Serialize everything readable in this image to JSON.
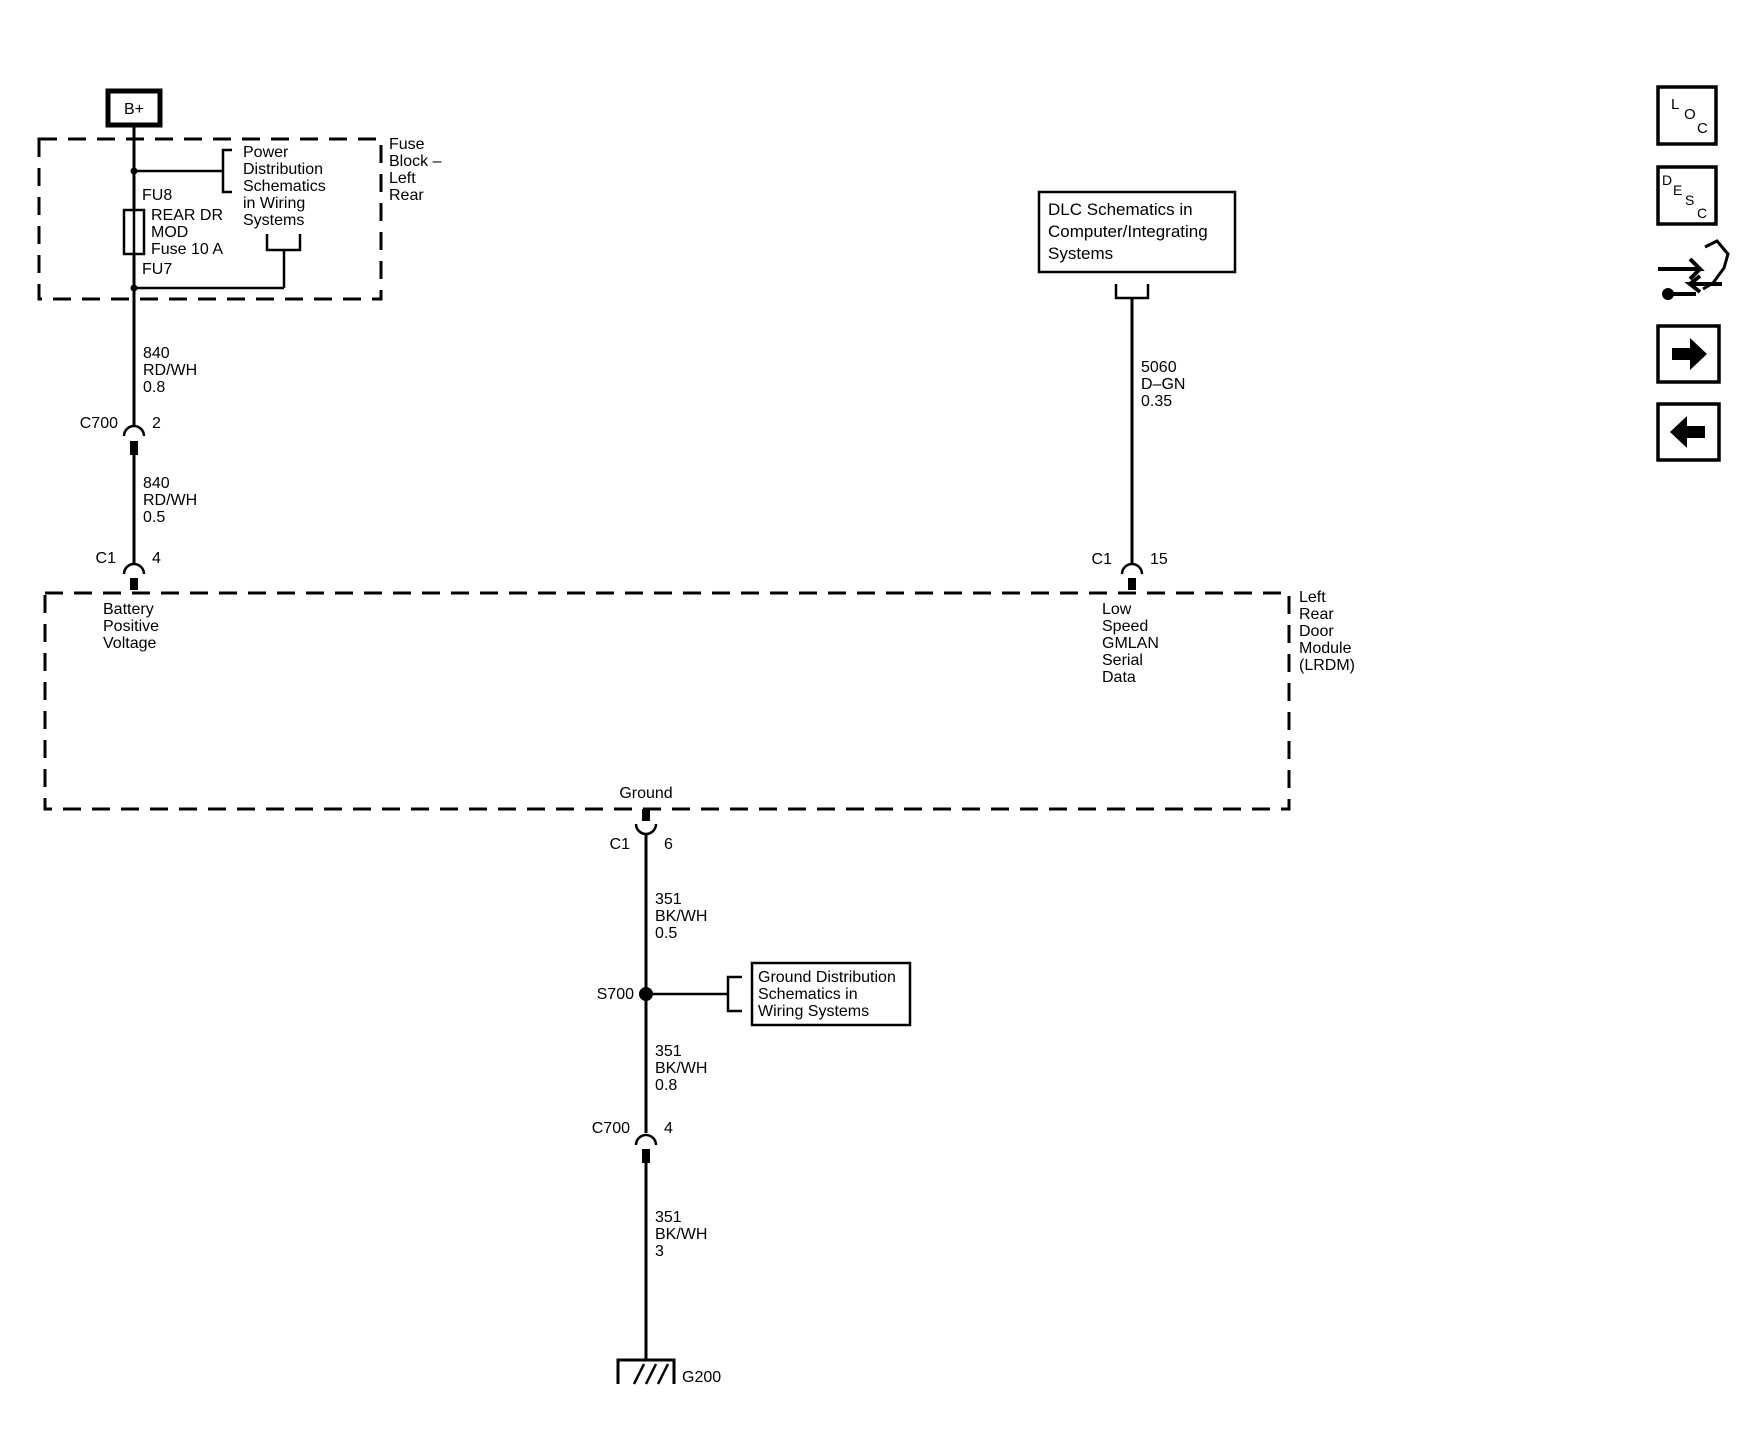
{
  "battery": {
    "label": "B+"
  },
  "fuse_block": {
    "name_lines": [
      "Fuse",
      "Block –",
      "Left",
      "Rear"
    ],
    "fuse_top_terminal": "FU8",
    "fuse_bottom_terminal": "FU7",
    "fuse_lines": [
      "REAR DR",
      "MOD",
      "Fuse 10 A"
    ],
    "ref_lines": [
      "Power",
      "Distribution",
      "Schematics",
      "in Wiring",
      "Systems"
    ]
  },
  "wires": {
    "w840_a": [
      "840",
      "RD/WH",
      "0.8"
    ],
    "w840_b": [
      "840",
      "RD/WH",
      "0.5"
    ],
    "w5060": [
      "5060",
      "D–GN",
      "0.35"
    ],
    "w351_a": [
      "351",
      "BK/WH",
      "0.5"
    ],
    "w351_b": [
      "351",
      "BK/WH",
      "0.8"
    ],
    "w351_c": [
      "351",
      "BK/WH",
      "3"
    ]
  },
  "connectors": {
    "c700_power": {
      "name": "C700",
      "pin": "2"
    },
    "c1_power": {
      "name": "C1",
      "pin": "4"
    },
    "c1_data": {
      "name": "C1",
      "pin": "15"
    },
    "c1_ground": {
      "name": "C1",
      "pin": "6"
    },
    "c700_ground": {
      "name": "C700",
      "pin": "4"
    }
  },
  "dlc_ref": {
    "lines": [
      "DLC Schematics in",
      "Computer/Integrating",
      "Systems"
    ]
  },
  "module": {
    "name_lines": [
      "Left",
      "Rear",
      "Door",
      "Module",
      "(LRDM)"
    ],
    "power_pin_lines": [
      "Battery",
      "Positive",
      "Voltage"
    ],
    "data_pin_lines": [
      "Low",
      "Speed",
      "GMLAN",
      "Serial",
      "Data"
    ],
    "ground_pin": "Ground"
  },
  "splice": {
    "name": "S700"
  },
  "ground_ref": {
    "lines": [
      "Ground Distribution",
      "Schematics in",
      "Wiring Systems"
    ]
  },
  "ground_point": {
    "name": "G200"
  },
  "nav": {
    "loc": [
      "L",
      "O",
      "C"
    ],
    "desc": [
      "D",
      "E",
      "S",
      "C"
    ],
    "connector_icon": "connector-end-view-icon",
    "next_icon": "arrow-right-icon",
    "prev_icon": "arrow-left-icon"
  }
}
